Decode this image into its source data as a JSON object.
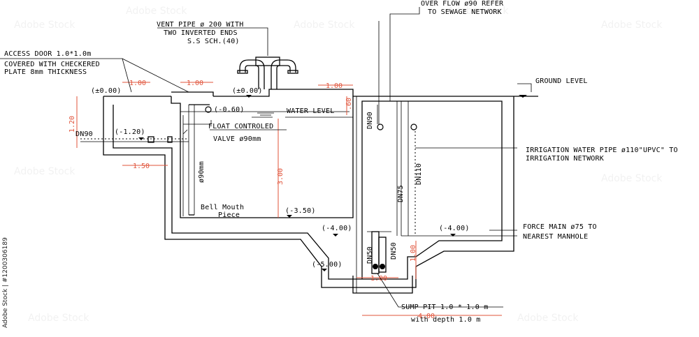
{
  "labels": {
    "vent_pipe_l1": "VENT PIPE ø 200 WITH",
    "vent_pipe_l2": "TWO INVERTED ENDS",
    "vent_pipe_l3": "S.S SCH.(40)",
    "overflow_l1": "OVER FLOW ø90 REFER",
    "overflow_l2": "TO SEWAGE NETWORK",
    "access_l1": "ACCESS DOOR 1.0*1.0m",
    "access_l2": "COVERED WITH CHECKERED",
    "access_l3": "PLATE 8mm THICKNESS",
    "ground_level": "GROUND LEVEL",
    "water_level": "WATER LEVEL",
    "float_l1": "FLOAT CONTROLED",
    "float_l2": "VALVE ø90mm",
    "irrigation_l1": "IRRIGATION WATER PIPE ø110\"UPVC\" TO",
    "irrigation_l2": "IRRIGATION NETWORK",
    "force_l1": "FORCE MAIN ø75 TO",
    "force_l2": "NEAREST MANHOLE",
    "bell_l1": "Bell Mouth",
    "bell_l2": "Piece",
    "sump_l1": "SUMP PIT 1.0 * 1.0 m",
    "sump_l2": "with  depth 1.0 m",
    "dn90": "DN90",
    "dn90_right": "DN90",
    "dn75": "DN75",
    "dn110": "DN110",
    "dn50_a": "DN50",
    "dn50_b": "DN50",
    "pipe_90mm": "ø90mm",
    "stock_id": "Adobe Stock | #1200306189"
  },
  "levels": {
    "top_left": "(±0.00)",
    "top_mid": "(±0.00)",
    "l_060": "(-0.60)",
    "l_120": "(-1.20)",
    "l_350": "(-3.50)",
    "l_400_a": "(-4.00)",
    "l_400_b": "(-4.00)",
    "l_500": "(-5.00)"
  },
  "dimensions": {
    "d_100_a": "1.00",
    "d_100_b": "1.00",
    "d_100_c": "1.00",
    "d_120": "1.20",
    "d_150": "1.50",
    "d_300": "3.00",
    "d_060": ".60",
    "d_100_sump_w": "1.00",
    "d_100_sump_h": "1.00",
    "d_400": "4.00"
  },
  "colors": {
    "line": "#000000",
    "dimension": "#e0533a",
    "background": "#ffffff"
  }
}
